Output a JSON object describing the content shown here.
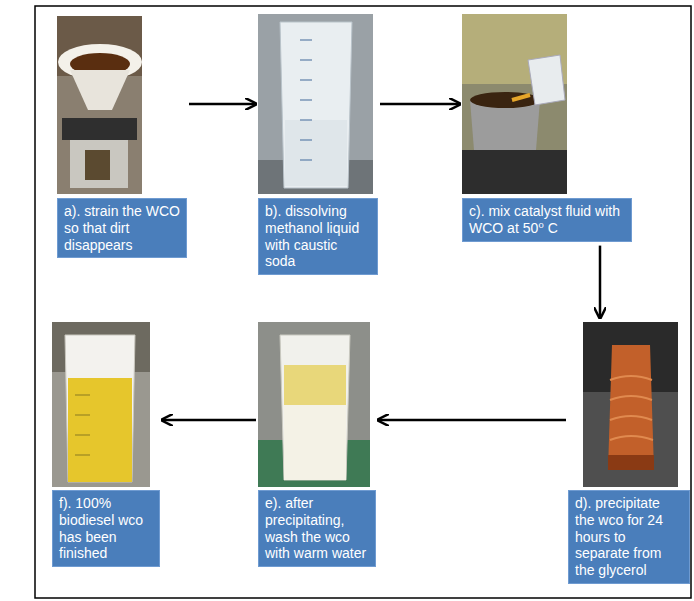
{
  "diagram": {
    "nodes": [
      {
        "text": [
          "a). strain the WCO so that dirt disappears"
        ]
      },
      {
        "text": [
          "b). dissolving methanol liquid with caustic soda"
        ]
      },
      {
        "text": [
          "c). mix catalyst fluid with WCO at 50⁰ C"
        ]
      },
      {
        "text": [
          "d). precipitate the wco for 24 hours to separate from the glycerol"
        ]
      },
      {
        "text": [
          "e). after precipitating, wash the wco with warm water"
        ]
      },
      {
        "text": [
          "f). 100% biodiesel wco has been finished"
        ]
      }
    ],
    "edges": [
      {
        "from": 0,
        "to": 1,
        "arrow": "to"
      },
      {
        "from": 1,
        "to": 2,
        "arrow": "to"
      },
      {
        "from": 2,
        "to": 3,
        "arrow": "to"
      },
      {
        "from": 3,
        "to": 4,
        "arrow": "to"
      },
      {
        "from": 4,
        "to": 5,
        "arrow": "to"
      }
    ]
  }
}
